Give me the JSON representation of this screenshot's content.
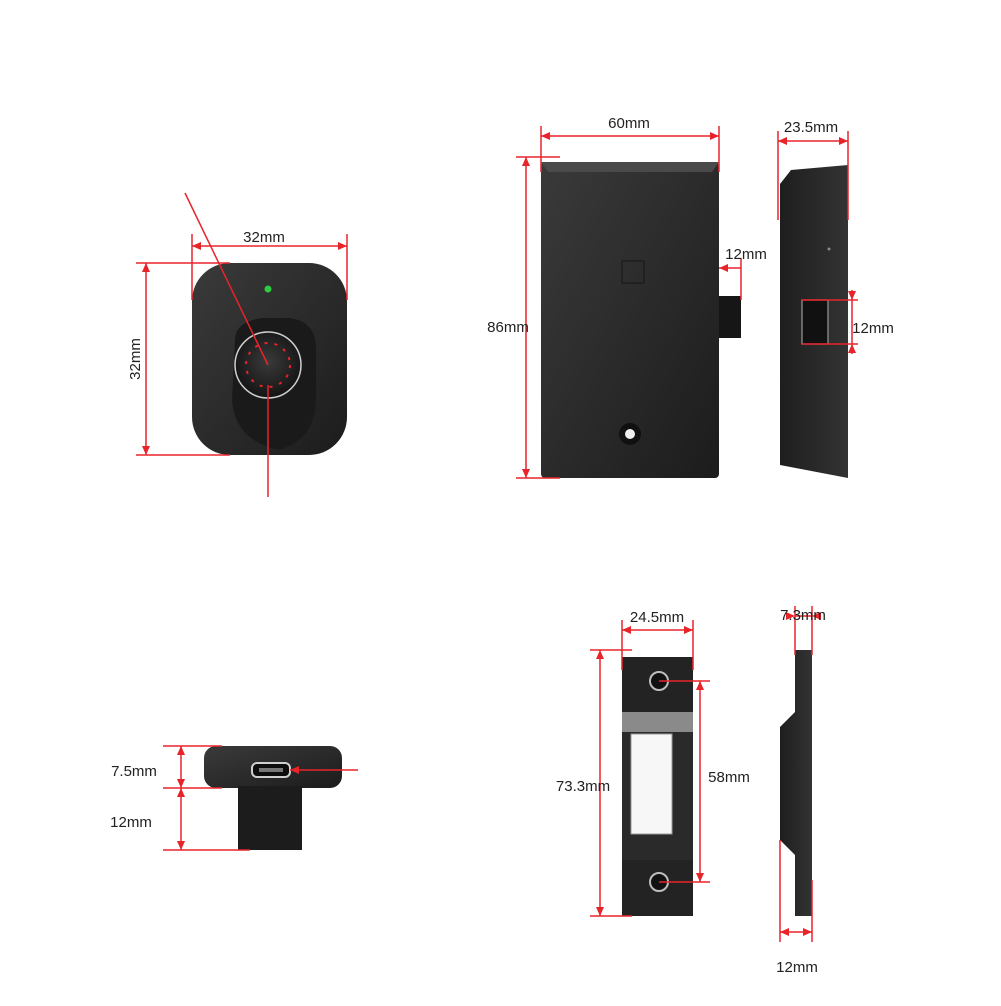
{
  "colors": {
    "background": "#ffffff",
    "device_body": "#2b2b2b",
    "device_dark": "#1a1a1a",
    "device_edge": "#3a3a3a",
    "dimension_line": "#e8242b",
    "indicator_led": "#2ecc40",
    "text": "#222222"
  },
  "icons": {
    "fingerprint_sensor": "fingerprint-sensor-icon",
    "usb_port": "micro-usb-port-icon",
    "indicator": "led-indicator-icon"
  },
  "dimensions": {
    "reader_width": "32mm",
    "reader_height": "32mm",
    "body_width": "60mm",
    "body_height": "86mm",
    "bolt_front": "12mm",
    "body_depth": "23.5mm",
    "bolt_side": "12mm",
    "reader_cap": "7.5mm",
    "reader_stem": "12mm",
    "strike_width": "24.5mm",
    "strike_length": "73.3mm",
    "strike_hole_spacing": "58mm",
    "strike_thickness": "7.3mm",
    "strike_depth": "12mm"
  }
}
